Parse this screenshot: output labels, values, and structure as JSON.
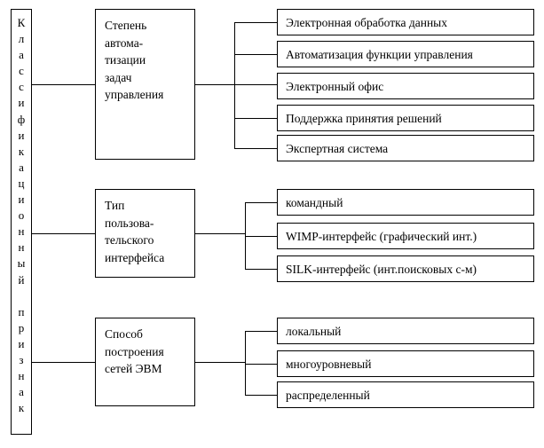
{
  "diagram": {
    "title_vertical": "Классификационный признак",
    "spine_letters_top": "К\nл\nа\nс\nс\nи\nф\nи\nк\nа\nц\nи\nо\nн\nн\nы\nй",
    "spine_letters_bottom": "п\nр\nи\nз\nн\nа\nк",
    "line_color": "#000000",
    "background": "#ffffff",
    "categories": [
      {
        "label": "Степень\nавтома-\nтизации\nзадач\nуправления",
        "items": [
          "Электронная обработка данных",
          "Автоматизация функции управления",
          "Электронный офис",
          "Поддержка принятия решений",
          "Экспертная система"
        ]
      },
      {
        "label": "Тип\nпользова-\nтельского\nинтерфейса",
        "items": [
          "командный",
          "WIMP-интерфейс (графический инт.)",
          "SILK-интерфейс (инт.поисковых с-м)"
        ]
      },
      {
        "label": "Способ\nпостроения\nсетей ЭВМ",
        "items": [
          "локальный",
          "многоуровневый",
          "распределенный"
        ]
      }
    ]
  }
}
